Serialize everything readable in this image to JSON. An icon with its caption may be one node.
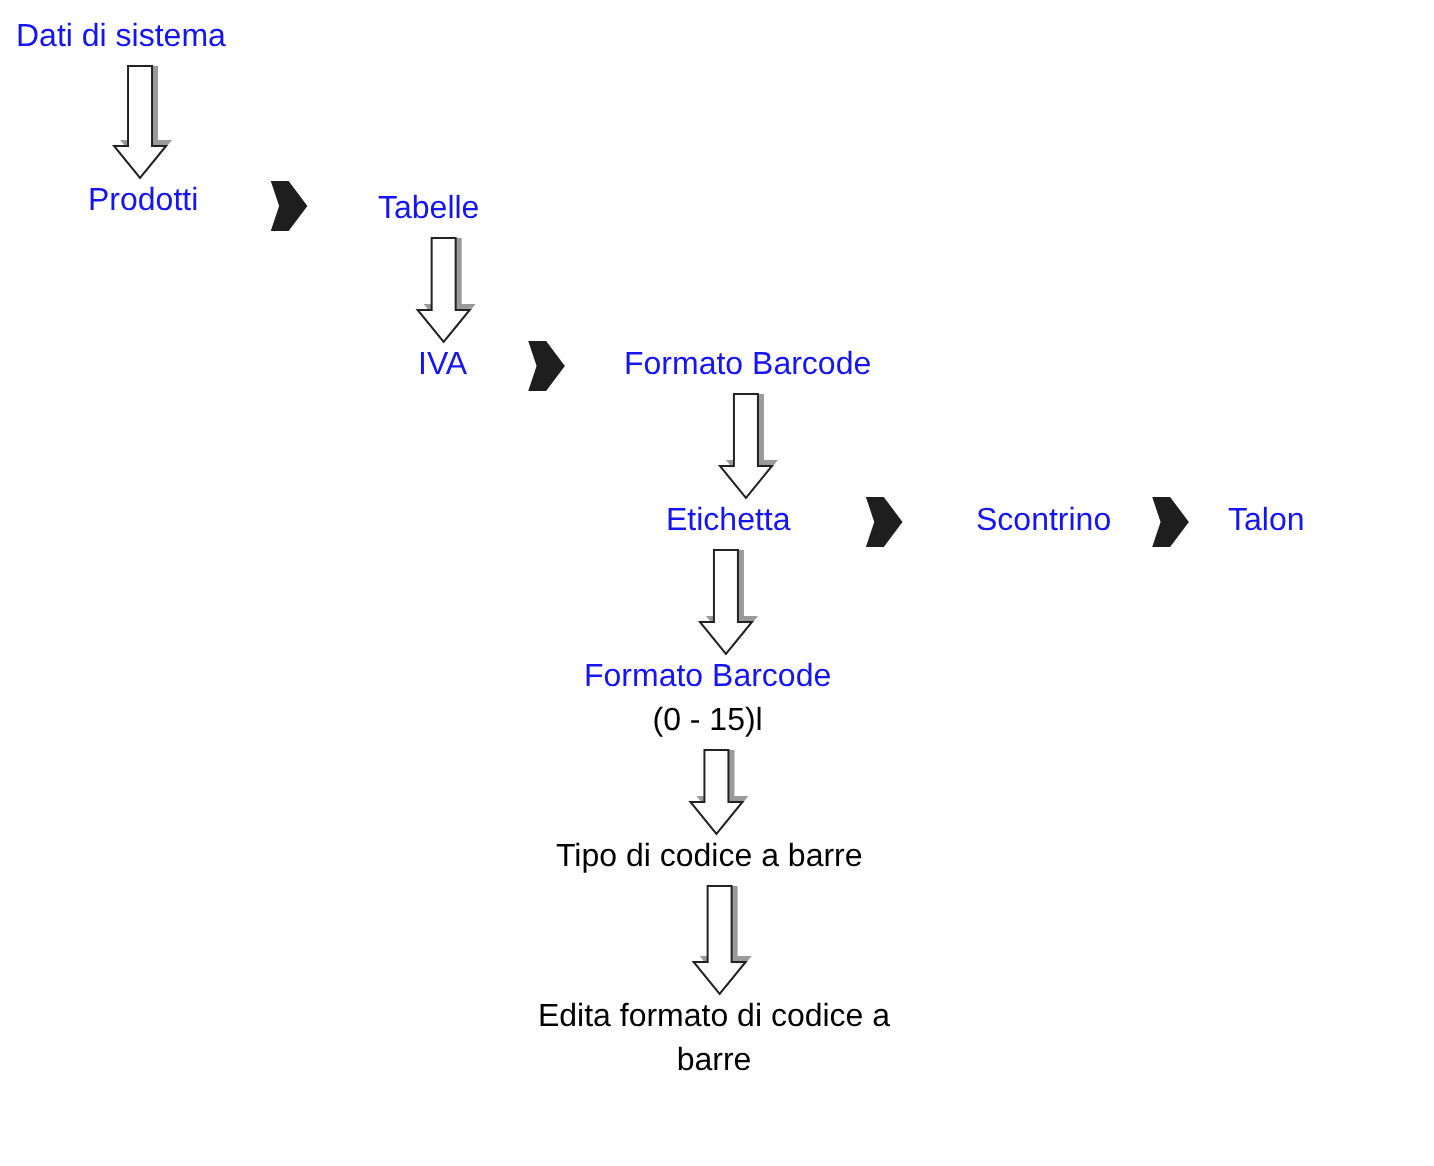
{
  "diagram": {
    "nodes": [
      {
        "text": [
          "Dati di sistema"
        ]
      },
      {
        "text": [
          "Prodotti"
        ]
      },
      {
        "text": [
          "Tabelle"
        ]
      },
      {
        "text": [
          "IVA"
        ]
      },
      {
        "text": [
          "Formato Barcode"
        ]
      },
      {
        "text": [
          "Etichetta"
        ]
      },
      {
        "text": [
          "Scontrino"
        ]
      },
      {
        "text": [
          "Talon"
        ]
      },
      {
        "text": [
          "Formato Barcode",
          "(0 - 15)l"
        ]
      },
      {
        "text": [
          "Tipo di codice a barre"
        ]
      },
      {
        "text": [
          "Edita formato di codice a barre"
        ]
      }
    ],
    "edges": [
      {
        "from": 0,
        "to": 1,
        "arrow": "to"
      },
      {
        "from": 1,
        "to": 2,
        "arrow": "to",
        "style": "thick"
      },
      {
        "from": 2,
        "to": 3,
        "arrow": "to"
      },
      {
        "from": 3,
        "to": 4,
        "arrow": "to",
        "style": "thick"
      },
      {
        "from": 4,
        "to": 5,
        "arrow": "to"
      },
      {
        "from": 5,
        "to": 6,
        "arrow": "to",
        "style": "thick"
      },
      {
        "from": 6,
        "to": 7,
        "arrow": "to",
        "style": "thick"
      },
      {
        "from": 5,
        "to": 8,
        "arrow": "to"
      },
      {
        "from": 8,
        "to": 9,
        "arrow": "to"
      },
      {
        "from": 9,
        "to": 10,
        "arrow": "to"
      }
    ]
  }
}
